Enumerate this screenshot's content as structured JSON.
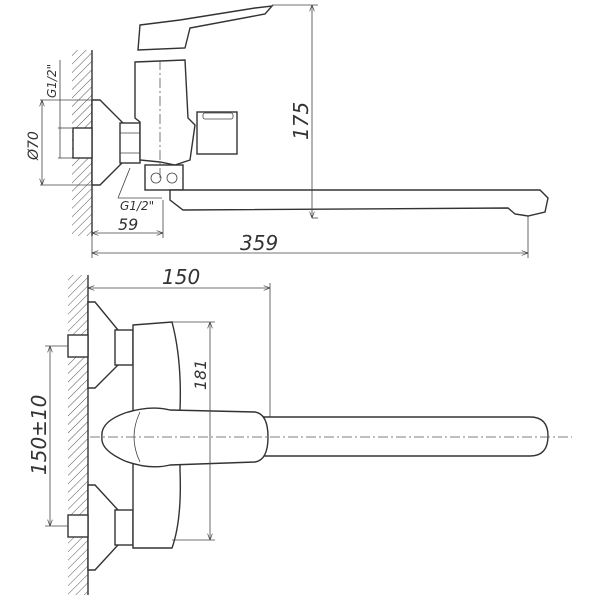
{
  "drawing": {
    "side_view": {
      "thread_top_label": "G1/2\"",
      "flange_diameter_label": "Ø70",
      "thread_bottom_label": "G1/2\"",
      "height_label": "175",
      "wall_offset_label": "59",
      "spout_reach_label": "359"
    },
    "top_view": {
      "width_label": "150",
      "body_length_label": "181",
      "centers_label": "150±10"
    }
  }
}
